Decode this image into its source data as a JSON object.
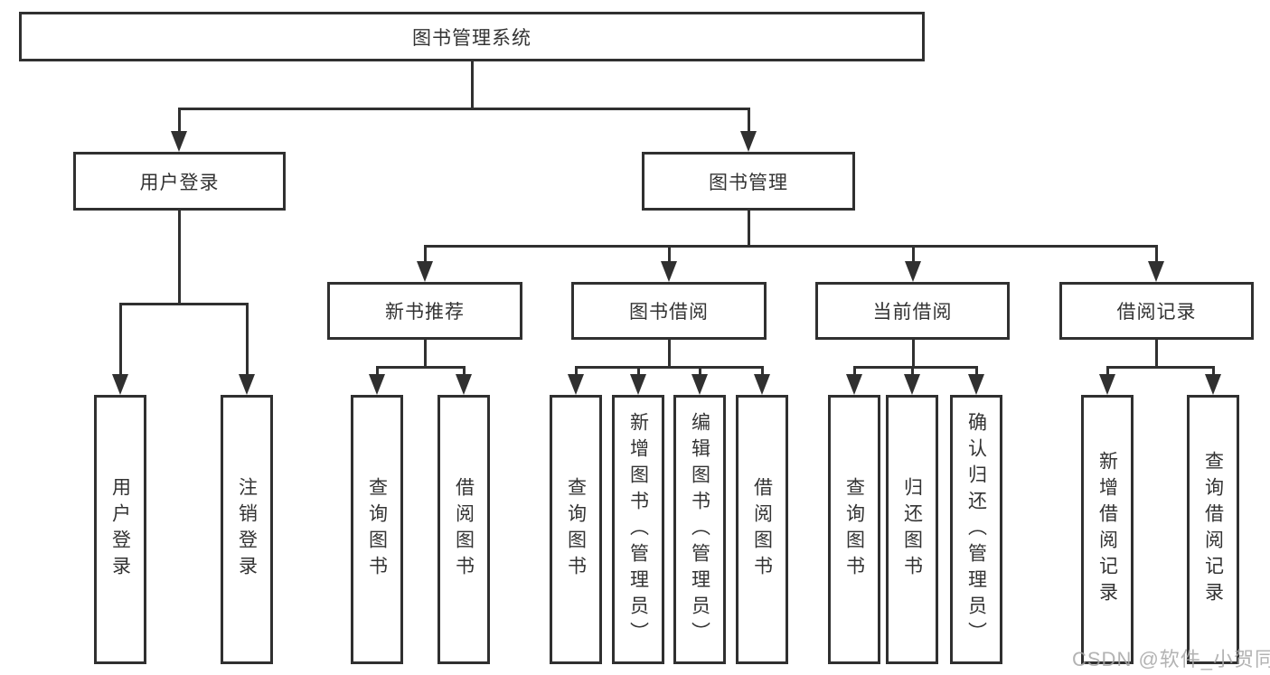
{
  "diagram": {
    "root": {
      "label": "图书管理系统"
    },
    "level2": [
      {
        "label": "用户登录"
      },
      {
        "label": "图书管理"
      }
    ],
    "level3": [
      {
        "label": "新书推荐"
      },
      {
        "label": "图书借阅"
      },
      {
        "label": "当前借阅"
      },
      {
        "label": "借阅记录"
      }
    ],
    "leaves": {
      "user_login": [
        {
          "label": "用户登录"
        },
        {
          "label": "注销登录"
        }
      ],
      "new_books": [
        {
          "label": "查询图书"
        },
        {
          "label": "借阅图书"
        }
      ],
      "book_borrow": [
        {
          "label": "查询图书"
        },
        {
          "label": "新增图书（管理员）"
        },
        {
          "label": "编辑图书（管理员）"
        },
        {
          "label": "借阅图书"
        }
      ],
      "current_borrow": [
        {
          "label": "查询图书"
        },
        {
          "label": "归还图书"
        },
        {
          "label": "确认归还（管理员）"
        }
      ],
      "borrow_records": [
        {
          "label": "新增借阅记录"
        },
        {
          "label": "查询借阅记录"
        }
      ]
    }
  },
  "watermark": {
    "text": "CSDN @软件_小贺同学"
  },
  "colors": {
    "line": "#303030",
    "text": "#333333",
    "background": "#ffffff",
    "watermark": "#a6a6a6"
  }
}
